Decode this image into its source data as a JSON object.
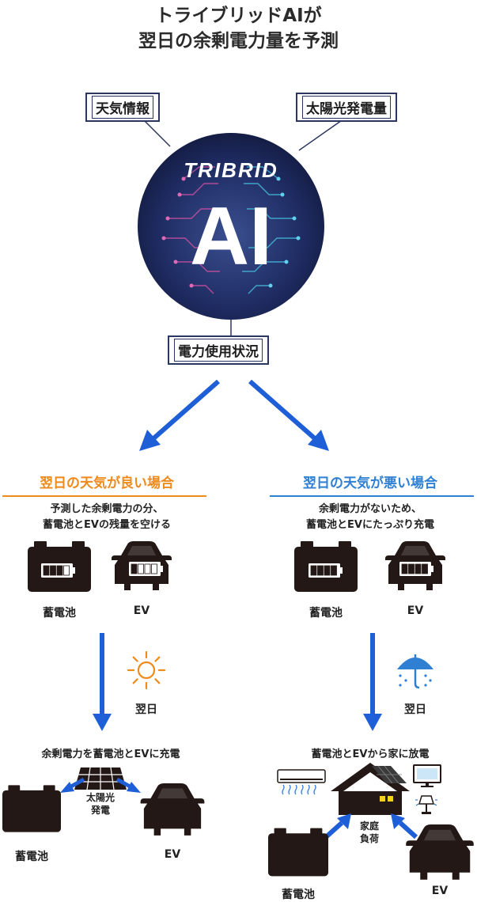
{
  "title": {
    "line1": "トライブリッドAIが",
    "line2": "翌日の余剰電力量を予測"
  },
  "inputs": {
    "weather": "天気情報",
    "solar": "太陽光発電量",
    "usage": "電力使用状況"
  },
  "ai": {
    "brand": "TRIBRID",
    "label": "AI"
  },
  "good": {
    "heading": "翌日の天気が良い場合",
    "desc_line1": "予測した余剰電力の分、",
    "desc_line2": "蓄電池とEVの残量を空ける",
    "battery_label": "蓄電池",
    "ev_label": "EV",
    "next_day": "翌日",
    "result_title": "余剰電力を蓄電池とEVに充電",
    "solar_line1": "太陽光",
    "solar_line2": "発電",
    "battery_label2": "蓄電池",
    "ev_label2": "EV"
  },
  "bad": {
    "heading": "翌日の天気が悪い場合",
    "desc_line1": "余剰電力がないため、",
    "desc_line2": "蓄電池とEVにたっぷり充電",
    "battery_label": "蓄電池",
    "ev_label": "EV",
    "next_day": "翌日",
    "result_title": "蓄電池とEVから家に放電",
    "home_line1": "家庭",
    "home_line2": "負荷",
    "battery_label2": "蓄電池",
    "ev_label2": "EV"
  },
  "colors": {
    "arrow_blue": "#1e5fd8",
    "orange": "#ee8a1c",
    "blue": "#2f7fd2",
    "navy": "#1b2a5c",
    "icon_dark": "#231815"
  }
}
